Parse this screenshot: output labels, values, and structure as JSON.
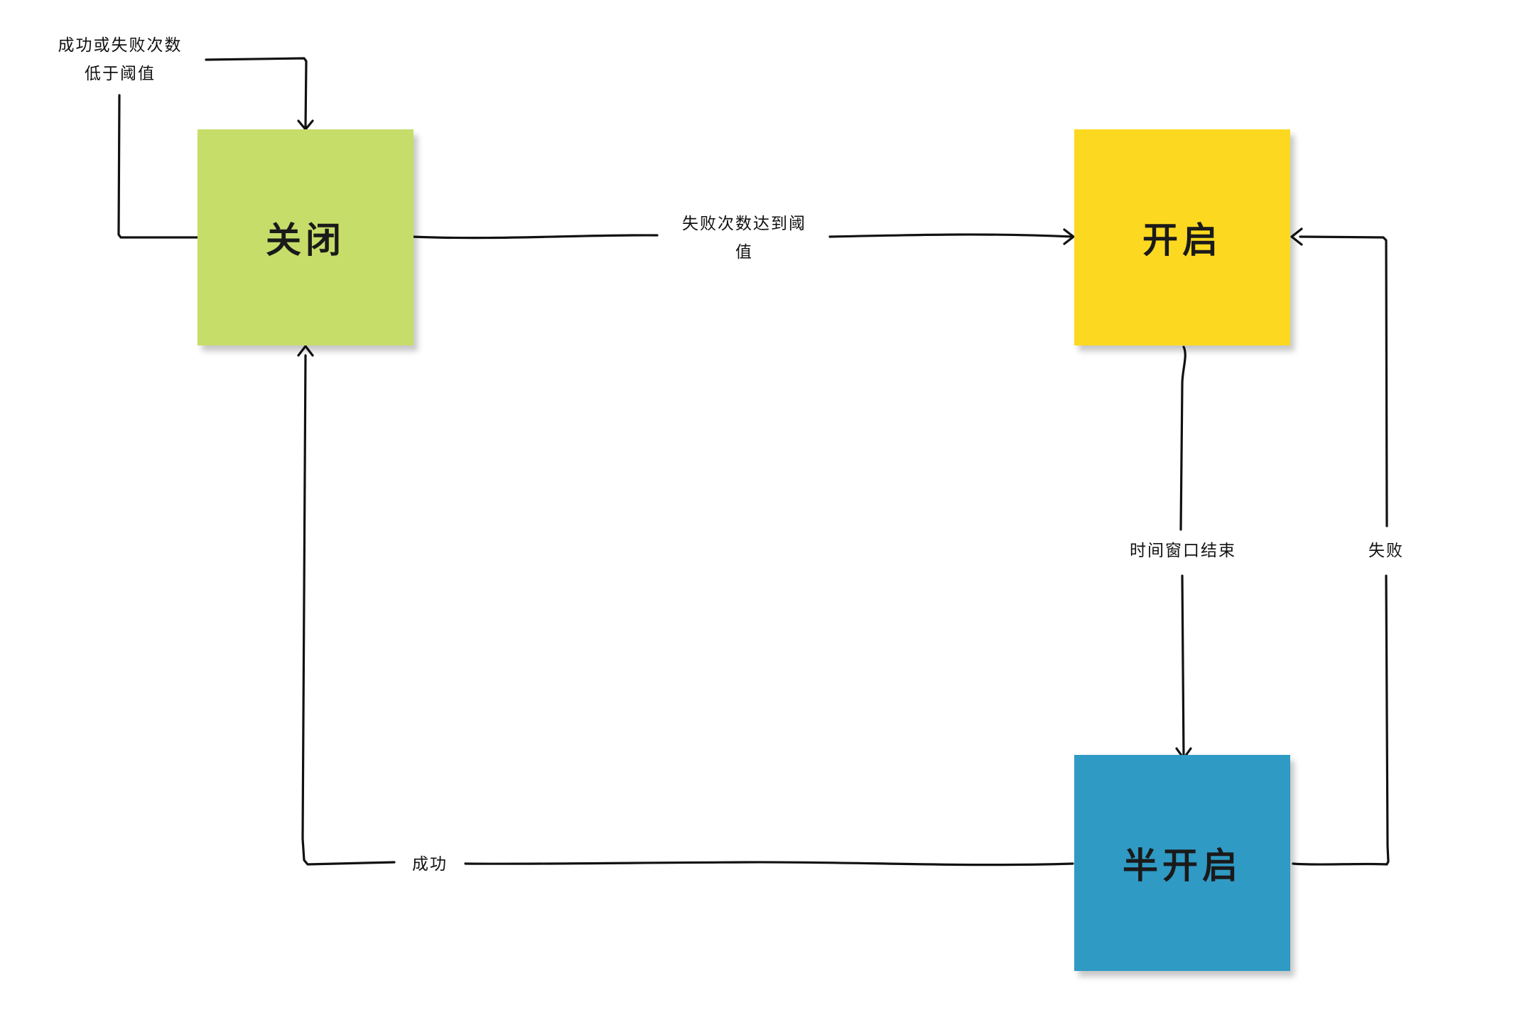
{
  "nodes": {
    "closed": {
      "label": "关闭",
      "color": "#c7dd6a"
    },
    "open": {
      "label": "开启",
      "color": "#fcd920"
    },
    "half_open": {
      "label": "半开启",
      "color": "#2f9ac4"
    }
  },
  "edges": {
    "closed_self": {
      "label": "成功或失败次数\n低于阈值"
    },
    "closed_to_open": {
      "label": "失败次数达到阈\n值"
    },
    "open_to_half": {
      "label": "时间窗口结束"
    },
    "half_to_open": {
      "label": "失败"
    },
    "half_to_closed": {
      "label": "成功"
    }
  },
  "line_color": "#111111"
}
